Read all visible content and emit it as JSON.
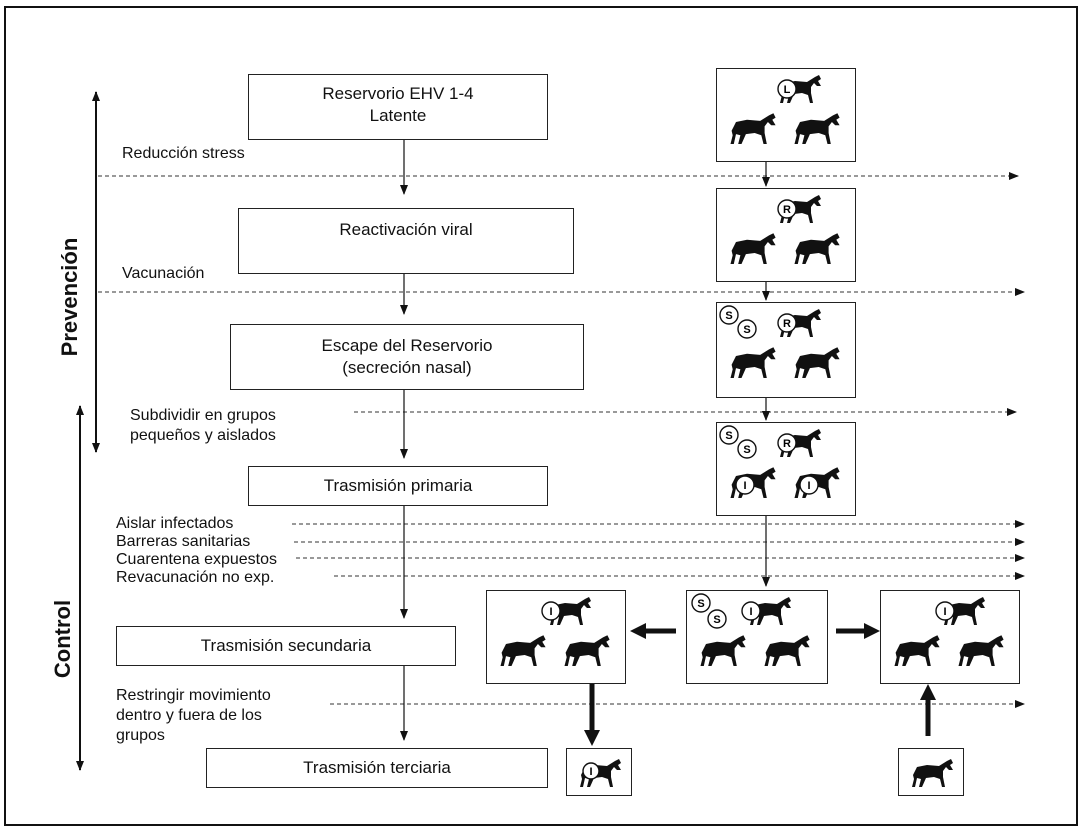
{
  "axis_labels": {
    "prevencion": "Prevención",
    "control": "Control"
  },
  "stages": {
    "reservorio": {
      "line1": "Reservorio EHV 1-4",
      "line2": "Latente"
    },
    "reactivacion": "Reactivación viral",
    "escape": {
      "line1": "Escape del Reservorio",
      "line2": "(secreción nasal)"
    },
    "primaria": "Trasmisión primaria",
    "secundaria": "Trasmisión secundaria",
    "terciaria": "Trasmisión terciaria"
  },
  "measures": {
    "reduccion_stress": "Reducción  stress",
    "vacunacion": "Vacunación",
    "subdividir": {
      "line1": "Subdividir en grupos",
      "line2": "pequeños y aislados"
    },
    "aislar": "Aislar infectados",
    "barreras": "Barreras sanitarias",
    "cuarentena": "Cuarentena expuestos",
    "revacunacion": "Revacunación no exp.",
    "restringir": {
      "line1": "Restringir movimiento",
      "line2": "dentro y fuera de los",
      "line3": "grupos"
    }
  },
  "horse_markers": {
    "latent": "L",
    "reactivated": "R",
    "shedding": "S",
    "infected": "I"
  },
  "icons": [
    "horse-icon",
    "arrow-icon"
  ]
}
